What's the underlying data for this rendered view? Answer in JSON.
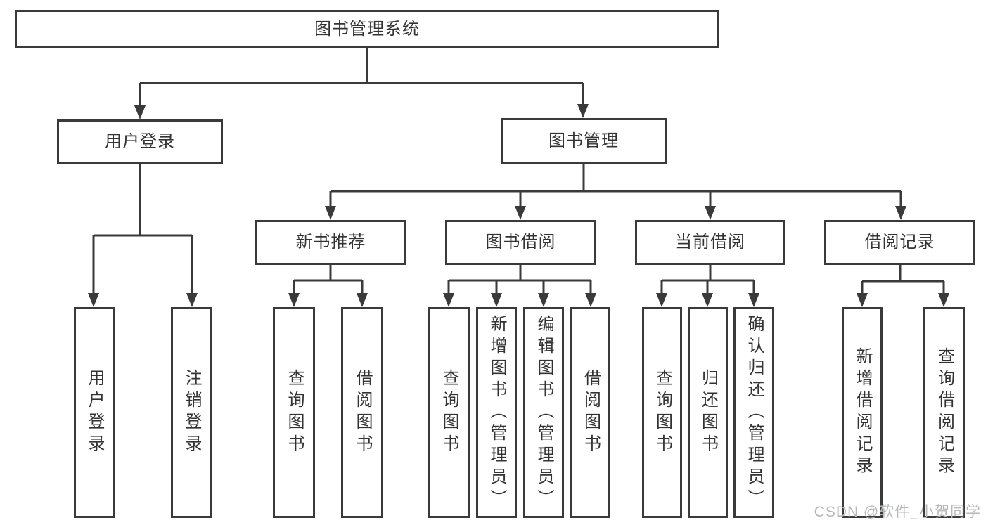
{
  "diagram_type": "functional-decomposition-hierarchy",
  "colors": {
    "line": "#3a3a3a",
    "box_border": "#3a3a3a",
    "text": "#333333",
    "box_fill": "#ffffff",
    "watermark_text": "#b5b8ba",
    "background": "#ffffff"
  },
  "watermark": {
    "text": "CSDN @软件_小贺同学"
  },
  "tree": {
    "label": "图书管理系统",
    "children": [
      {
        "label": "用户登录",
        "children": [
          {
            "label": "用户登录"
          },
          {
            "label": "注销登录"
          }
        ]
      },
      {
        "label": "图书管理",
        "children": [
          {
            "label": "新书推荐",
            "children": [
              {
                "label": "查询图书"
              },
              {
                "label": "借阅图书"
              }
            ]
          },
          {
            "label": "图书借阅",
            "children": [
              {
                "label": "查询图书"
              },
              {
                "label": "新增图书（管理员）"
              },
              {
                "label": "编辑图书（管理员）"
              },
              {
                "label": "借阅图书"
              }
            ]
          },
          {
            "label": "当前借阅",
            "children": [
              {
                "label": "查询图书"
              },
              {
                "label": "归还图书"
              },
              {
                "label": "确认归还（管理员）"
              }
            ]
          },
          {
            "label": "借阅记录",
            "children": [
              {
                "label": "新增借阅记录"
              },
              {
                "label": "查询借阅记录"
              }
            ]
          }
        ]
      }
    ]
  }
}
